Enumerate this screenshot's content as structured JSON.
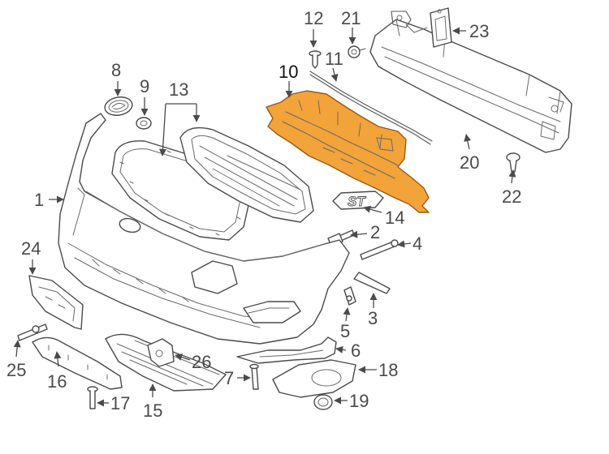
{
  "colors": {
    "highlight_fill": "#F2A33A",
    "highlight_stroke": "#9A5A10",
    "line": "#4a4a4a",
    "background": "#ffffff"
  },
  "highlighted_part": "10",
  "callouts": [
    {
      "id": "c1",
      "label": "1"
    },
    {
      "id": "c2",
      "label": "2"
    },
    {
      "id": "c3",
      "label": "3"
    },
    {
      "id": "c4",
      "label": "4"
    },
    {
      "id": "c5",
      "label": "5"
    },
    {
      "id": "c6",
      "label": "6"
    },
    {
      "id": "c7",
      "label": "7"
    },
    {
      "id": "c8",
      "label": "8"
    },
    {
      "id": "c9",
      "label": "9"
    },
    {
      "id": "c10",
      "label": "10"
    },
    {
      "id": "c11",
      "label": "11"
    },
    {
      "id": "c12",
      "label": "12"
    },
    {
      "id": "c13",
      "label": "13"
    },
    {
      "id": "c14",
      "label": "14"
    },
    {
      "id": "c15",
      "label": "15"
    },
    {
      "id": "c16",
      "label": "16"
    },
    {
      "id": "c17",
      "label": "17"
    },
    {
      "id": "c18",
      "label": "18"
    },
    {
      "id": "c19",
      "label": "19"
    },
    {
      "id": "c20",
      "label": "20"
    },
    {
      "id": "c21",
      "label": "21"
    },
    {
      "id": "c22",
      "label": "22"
    },
    {
      "id": "c23",
      "label": "23"
    },
    {
      "id": "c24",
      "label": "24"
    },
    {
      "id": "c25",
      "label": "25"
    },
    {
      "id": "c26",
      "label": "26"
    }
  ],
  "emblem_text": "ST"
}
